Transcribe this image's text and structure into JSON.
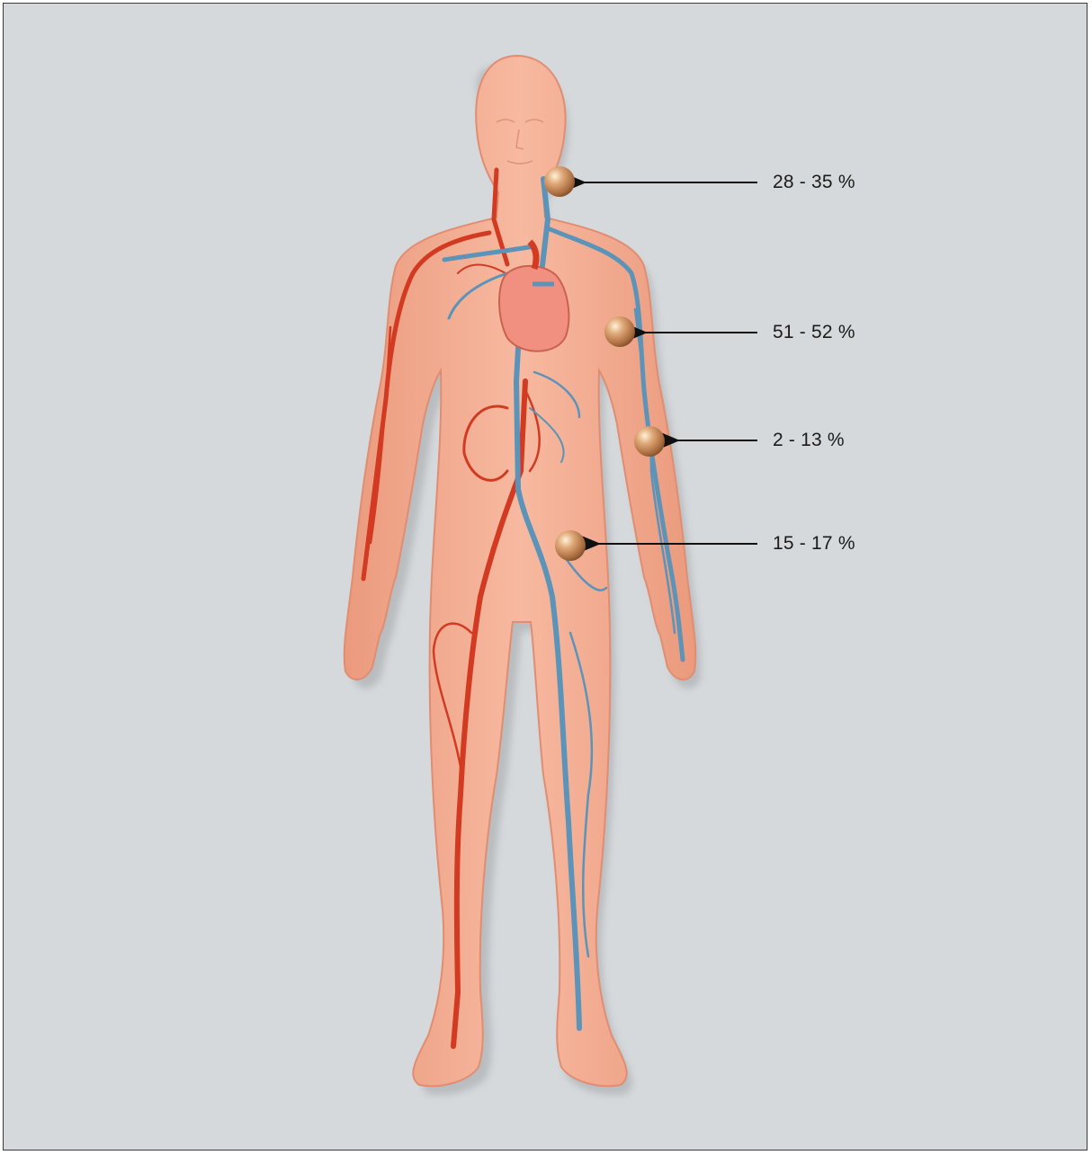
{
  "colors": {
    "background": "#d5d9dc",
    "skin": "#f2a88d",
    "skin_edge": "#e58f74",
    "artery": "#d23a22",
    "vein": "#5b93b9",
    "marker": "#c98b58"
  },
  "icons": [
    "body-figure",
    "artery-network",
    "vein-network",
    "heart",
    "marker-sphere"
  ],
  "callouts": [
    {
      "id": "neck",
      "label": "28 - 35 %"
    },
    {
      "id": "upper-arm",
      "label": "51 - 52 %"
    },
    {
      "id": "forearm",
      "label": "2 - 13 %"
    },
    {
      "id": "abdomen",
      "label": "15 - 17 %"
    }
  ]
}
